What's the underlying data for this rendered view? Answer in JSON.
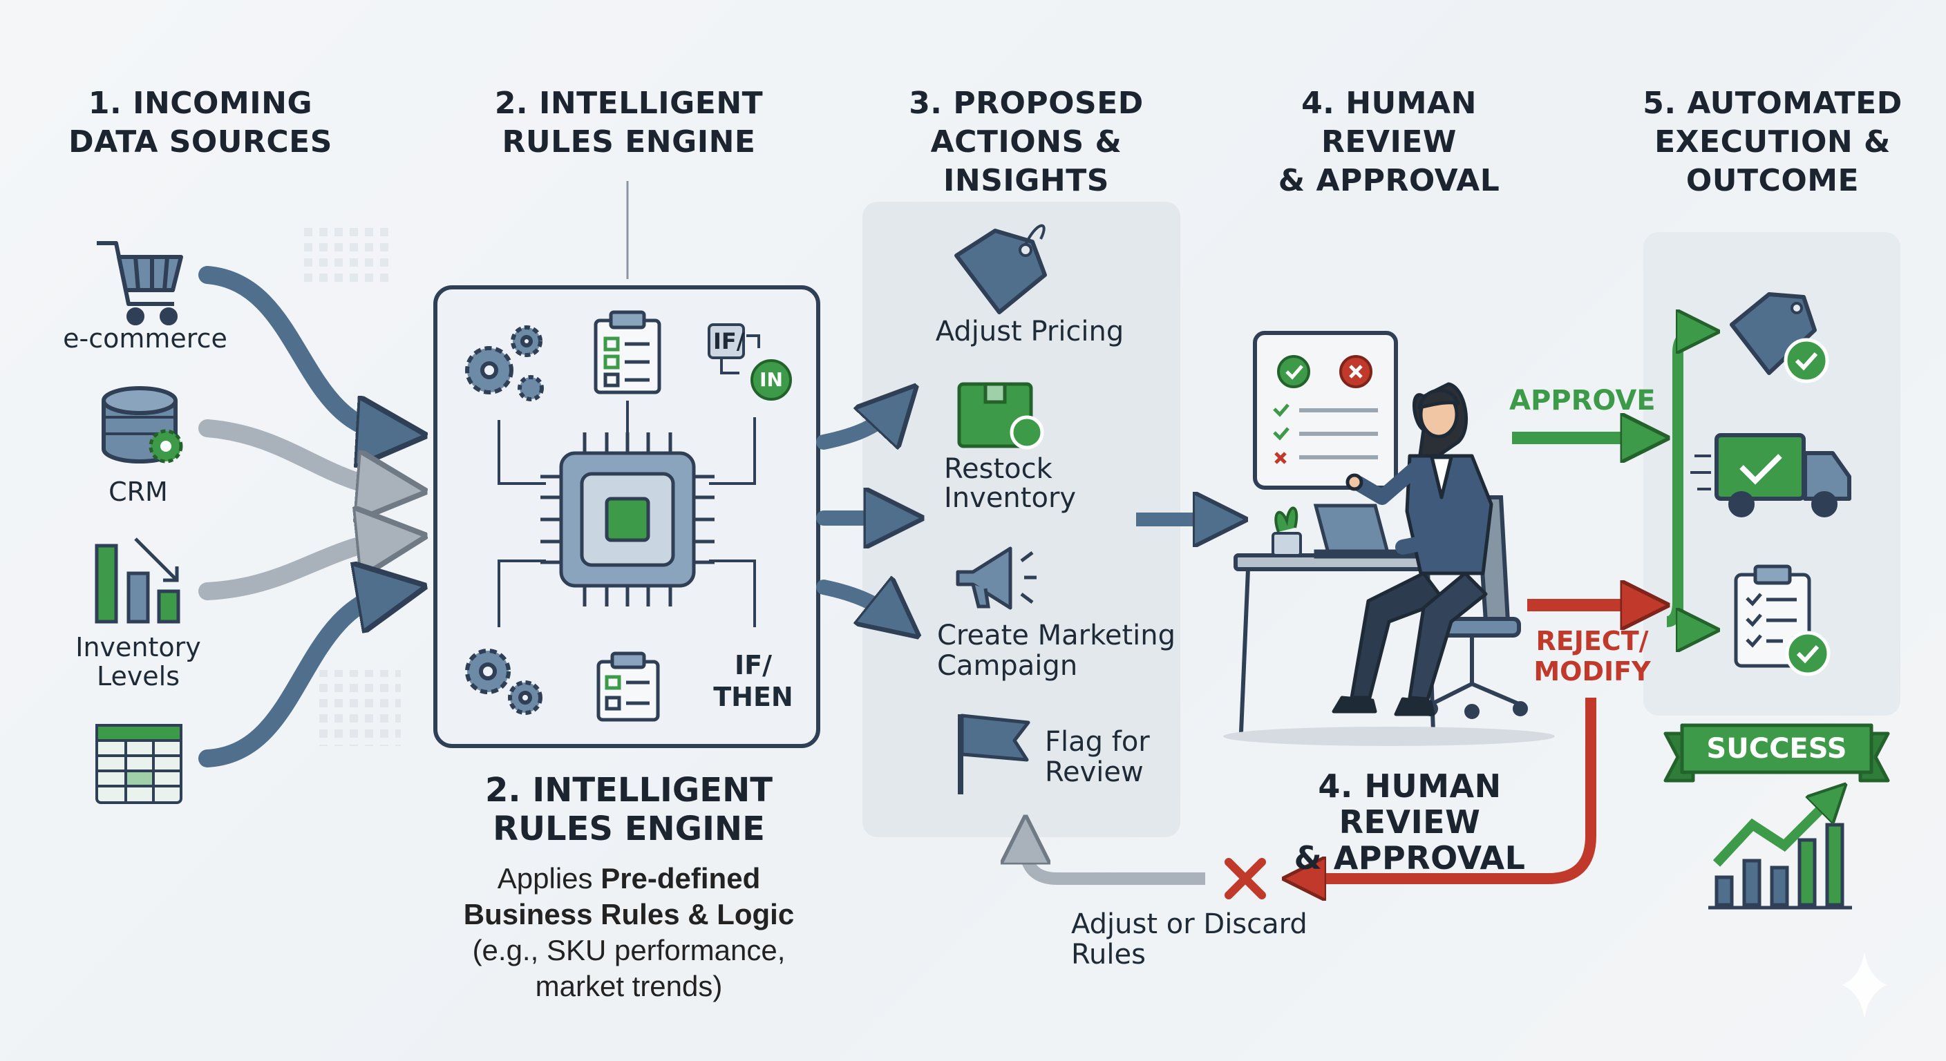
{
  "steps": [
    {
      "title": "1. INCOMING\nDATA SOURCES"
    },
    {
      "title": "2. INTELLIGENT\nRULES ENGINE"
    },
    {
      "title": "3. PROPOSED\nACTIONS & INSIGHTS"
    },
    {
      "title": "4. HUMAN REVIEW\n& APPROVAL"
    },
    {
      "title": "5. AUTOMATED\nEXECUTION &\nOUTCOME"
    }
  ],
  "sources": {
    "ecommerce": "e-commerce",
    "crm": "CRM",
    "inventory": "Inventory\nLevels"
  },
  "engine": {
    "if_in": "IF/",
    "in": "IN",
    "if_then": "IF/\nTHEN",
    "title": "2. INTELLIGENT\nRULES ENGINE",
    "desc_prefix": "Applies ",
    "desc_bold": "Pre-defined\nBusiness Rules & Logic",
    "desc_rest": "(e.g., SKU performance,\nmarket trends)"
  },
  "actions": {
    "pricing": "Adjust Pricing",
    "restock": "Restock\nInventory",
    "marketing": "Create Marketing\nCampaign",
    "flag": "Flag for\nReview"
  },
  "review": {
    "approve": "APPROVE",
    "reject": "REJECT/\nMODIFY",
    "title": "4. HUMAN REVIEW\n& APPROVAL",
    "adjust": "Adjust or Discard\nRules"
  },
  "outcome": {
    "success": "SUCCESS"
  },
  "colors": {
    "slate": "#4f6f8c",
    "slate_dark": "#2f3f55",
    "green": "#3c9a48",
    "red": "#c0392b",
    "gray_arrow": "#a9b2bb",
    "panel": "#e3e8ed"
  }
}
